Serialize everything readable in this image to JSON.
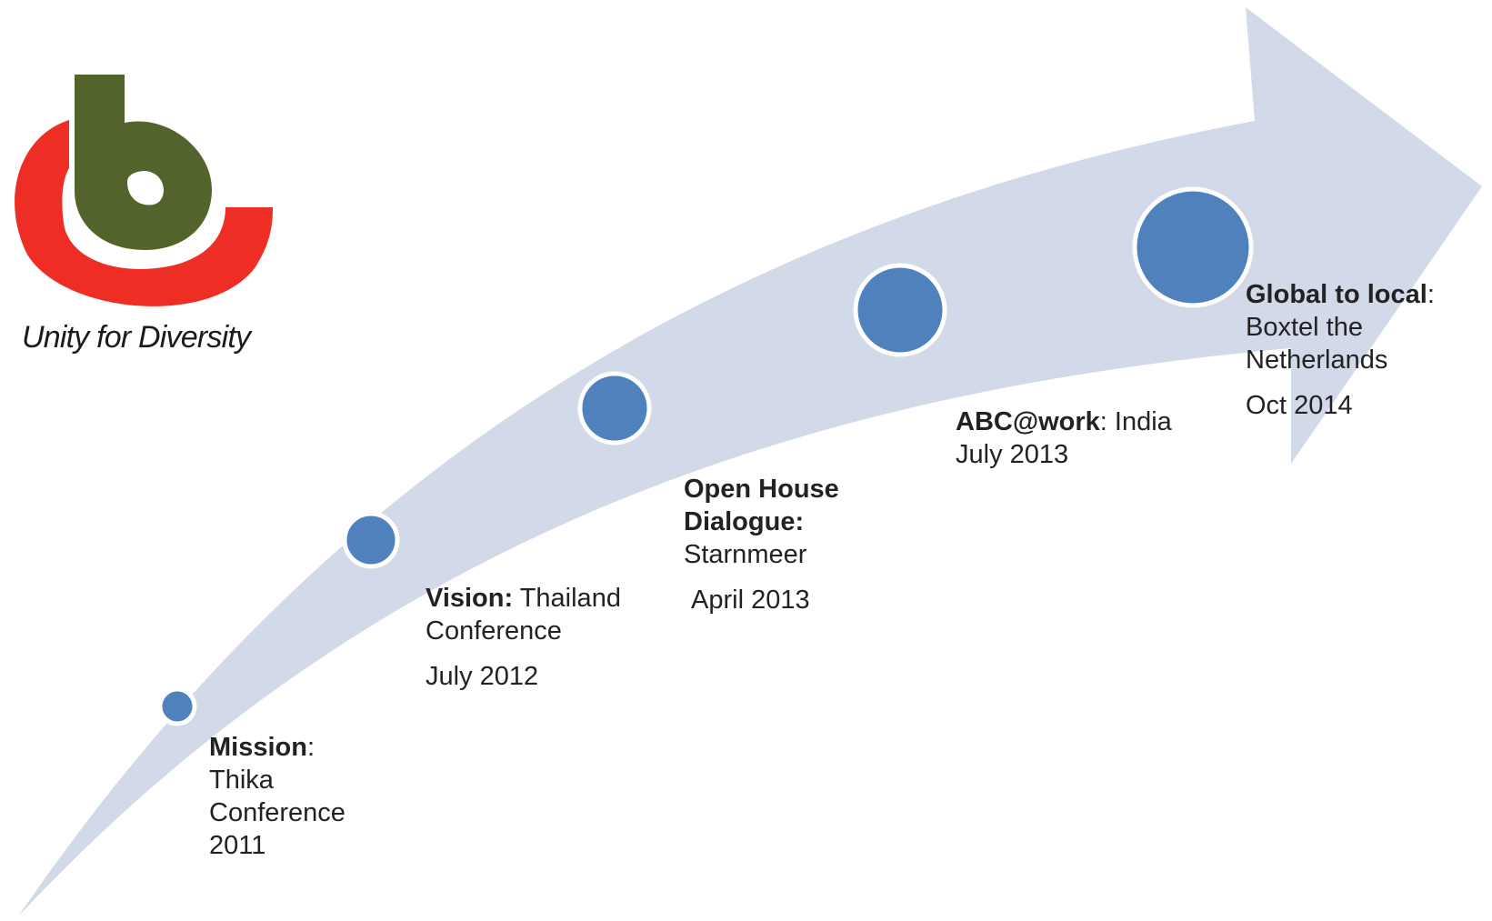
{
  "logo": {
    "name": "b-logo",
    "tagline": "Unity for Diversity",
    "colors": {
      "green": "#53632c",
      "red": "#ee2e24"
    }
  },
  "arrow_color": "#d2d9e8",
  "node_color": "#4f81bd",
  "milestones": [
    {
      "title": "Mission",
      "colon": ":",
      "detail": "Thika Conference 2011",
      "date": ""
    },
    {
      "title": "Vision:",
      "colon": "",
      "detail": "Thailand Conference",
      "date": "July 2012"
    },
    {
      "title": "Open House Dialogue:",
      "colon": "",
      "detail": "Starnmeer",
      "date": "April 2013"
    },
    {
      "title": "ABC@work",
      "colon": ":",
      "detail": "India July 2013",
      "date": ""
    },
    {
      "title": "Global to local",
      "colon": ":",
      "detail": "Boxtel the Netherlands",
      "date": "Oct 2014"
    }
  ]
}
